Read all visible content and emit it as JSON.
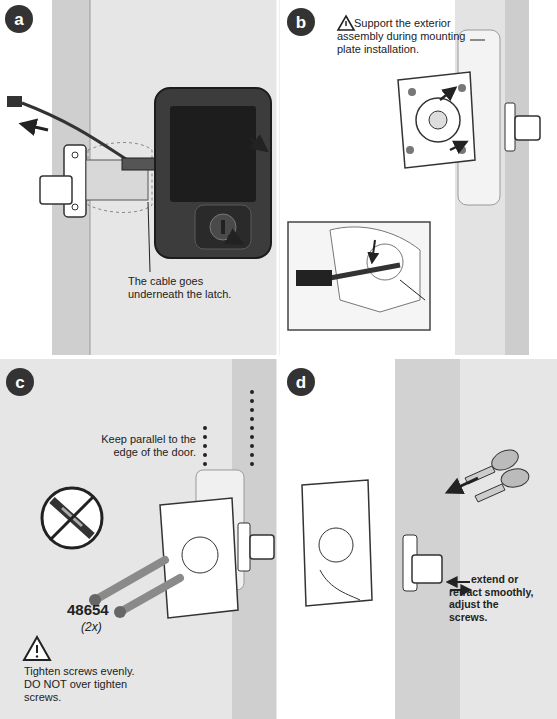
{
  "diagram": {
    "nodes": [
      {
        "text": [
          "a"
        ]
      },
      {
        "text": [
          "b"
        ]
      },
      {
        "text": [
          "c"
        ]
      },
      {
        "text": [
          "d"
        ]
      }
    ],
    "labels": [
      "The cable goes underneath the latch.",
      "Support the exterior assembly during mounting plate installation.",
      "Keep parallel to the edge of the door.",
      "48654",
      "(2x)",
      "Tighten screws evenly. DO NOT over tighten screws.",
      "extend or retract smoothly, adjust the screws."
    ]
  }
}
